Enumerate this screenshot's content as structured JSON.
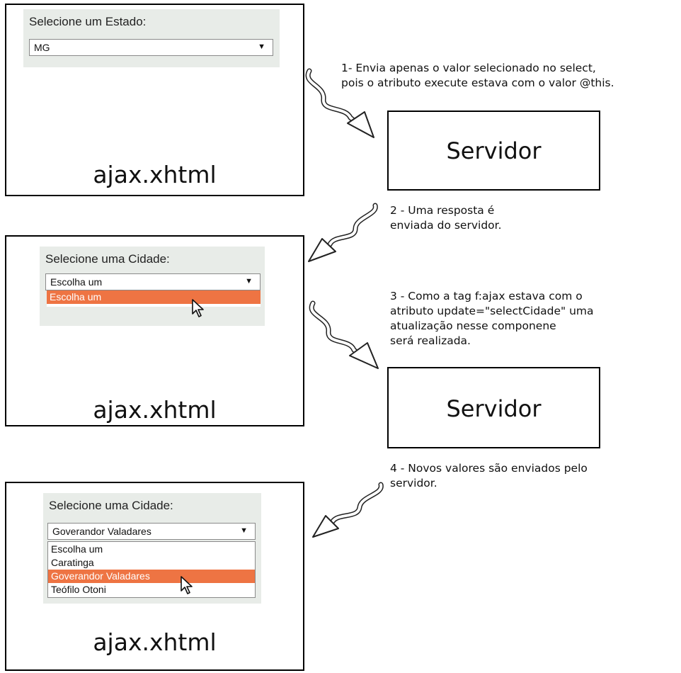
{
  "page_name": "ajax.xhtml",
  "server_label": "Servidor",
  "panel1": {
    "label": "Selecione um Estado:",
    "selected": "MG"
  },
  "panel2": {
    "label": "Selecione uma Cidade:",
    "selected": "Escolha um",
    "options": [
      "Escolha um"
    ]
  },
  "panel3": {
    "label": "Selecione uma Cidade:",
    "selected": "Goverandor Valadares",
    "options": [
      "Escolha um",
      "Caratinga",
      "Goverandor Valadares",
      "Teófilo Otoni"
    ]
  },
  "notes": {
    "step1": [
      "1- Envia apenas o valor selecionado no select,",
      "pois o atributo execute estava com o valor @this."
    ],
    "step2": [
      "2 - Uma resposta é",
      "enviada do servidor."
    ],
    "step3": [
      "3 - Como a tag f:ajax estava com o",
      "atributo update=\"selectCidade\" uma",
      "atualização nesse componene",
      "será realizada."
    ],
    "step4": [
      "4 - Novos valores são enviados pelo",
      "servidor."
    ]
  },
  "caret_glyph": "▼",
  "colors": {
    "highlight": "#ee7443",
    "panel_bg": "#e8ece8"
  }
}
